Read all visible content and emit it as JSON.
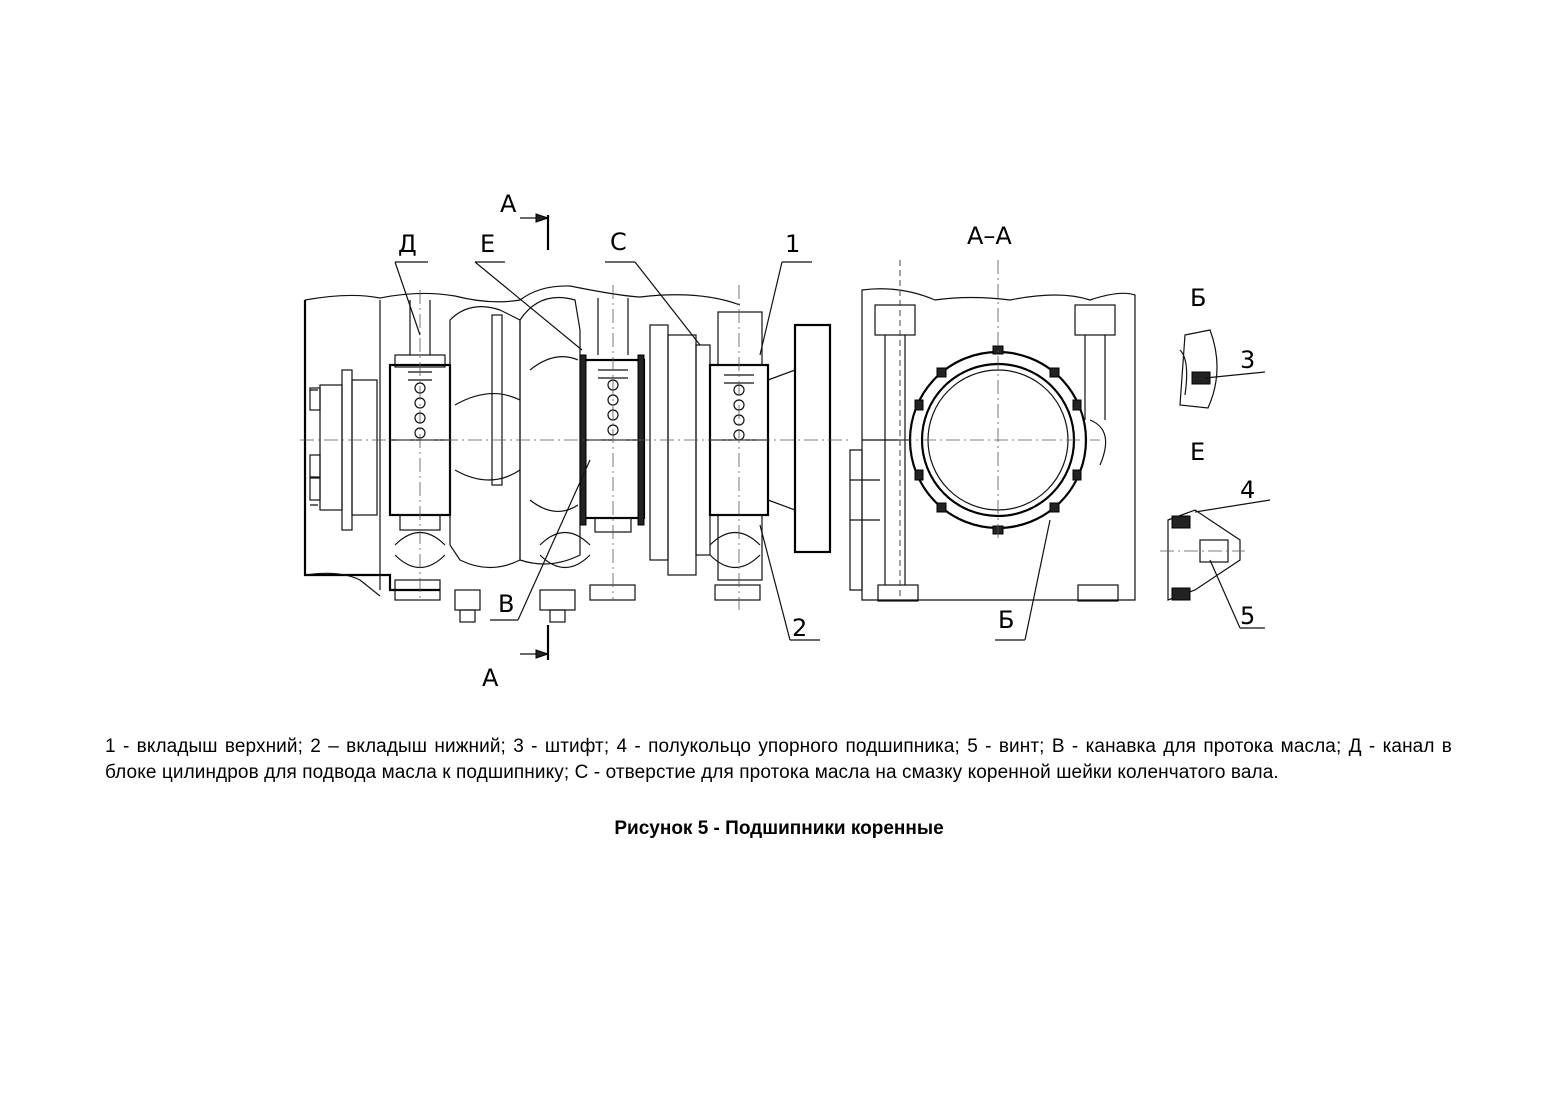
{
  "figure": {
    "labels": {
      "d": "Д",
      "e_top": "Е",
      "a_top": "А",
      "c": "С",
      "one": "1",
      "aa": "А–А",
      "b_detail": "Б",
      "three": "3",
      "e_detail": "Е",
      "four": "4",
      "five": "5",
      "b_bottom": "Б",
      "v": "В",
      "a_bottom": "А",
      "two": "2"
    }
  },
  "caption": "1 - вкладыш верхний; 2 – вкладыш нижний; 3 - штифт; 4 - полукольцо упорного подшипника; 5 - винт; В - канавка для протока масла; Д - канал в блоке цилиндров для подвода масла к подшипнику; С - отверстие для протока масла на смазку коренной шейки коленчатого вала.",
  "figure_title": "Рисунок 5 - Подшипники коренные"
}
